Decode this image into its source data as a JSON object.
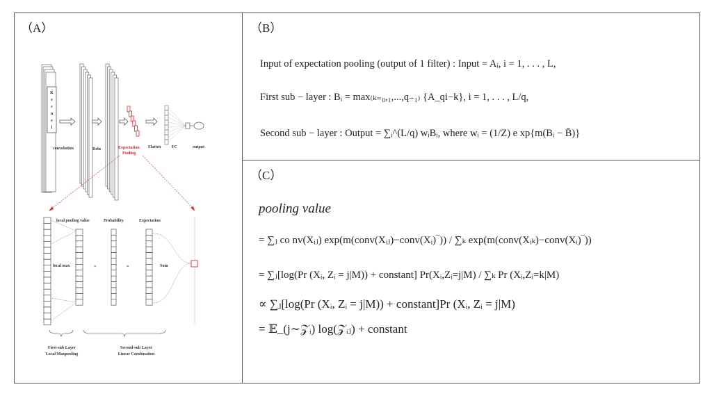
{
  "panels": {
    "a": {
      "label": "（A）",
      "top": {
        "kernel_letters": [
          "K",
          "e",
          "r",
          "n",
          "e",
          "l"
        ],
        "convolution": "convolution",
        "relu": "Relu",
        "expectation": "Expectation",
        "pooling": "Pooling",
        "flatten": "Flatten",
        "fc": "FC",
        "output": "output"
      },
      "bottom": {
        "local_pooling_value": "local pooling value",
        "probability": "Probability",
        "expectation": "Expectation",
        "local_max": "local max",
        "multiply": "×",
        "equals": "=",
        "sum": "Sum",
        "first_sub_1": "First-sub Layer",
        "first_sub_2": "Local Maxpooling",
        "second_sub_1": "Second-sub Layer",
        "second_sub_2": "Linear Combination"
      },
      "accent_color": "#e8202a"
    },
    "b": {
      "label": "（B）",
      "line1": "Input of expectation pooling (output of 1 filter) : Input = Aᵢ, i = 1, . . . , L,",
      "line2": "First sub − layer : Bᵢ = max₍ₖ₌₀,₁,...,q₋₁₎ {A_qi−k}, i = 1, . . . , L/q,",
      "line3": "Second sub − layer : Output = ∑ᵢ^(L/q) wᵢBᵢ, where wᵢ = (1/Z) e xp{m(Bᵢ − B̄)}"
    },
    "c": {
      "label": "（C）",
      "line0": "pooling value",
      "line1": "= ∑ⱼ co nv(Xᵢⱼ) exp(m(conv(Xᵢⱼ)−conv(Xᵢ)‾)) / ∑ₖ exp(m(conv(Xᵢₖ)−conv(Xᵢ)‾))",
      "line2": "= ∑ⱼ[log(Pr (Xᵢ, Zᵢ = j|M)) + constant] Pr(Xᵢ,Zᵢ=j|M) / ∑ₖ Pr (Xᵢ,Zᵢ=k|M)",
      "line3": "∝ ∑ⱼ[log(Pr (Xᵢ, Zᵢ = j|M)) + constant]Pr (Xᵢ, Zᵢ = j|M)",
      "line4": "= 𝔼_(j∼𝒵ᵢ) log(𝒵ᵢⱼ) + constant"
    }
  }
}
